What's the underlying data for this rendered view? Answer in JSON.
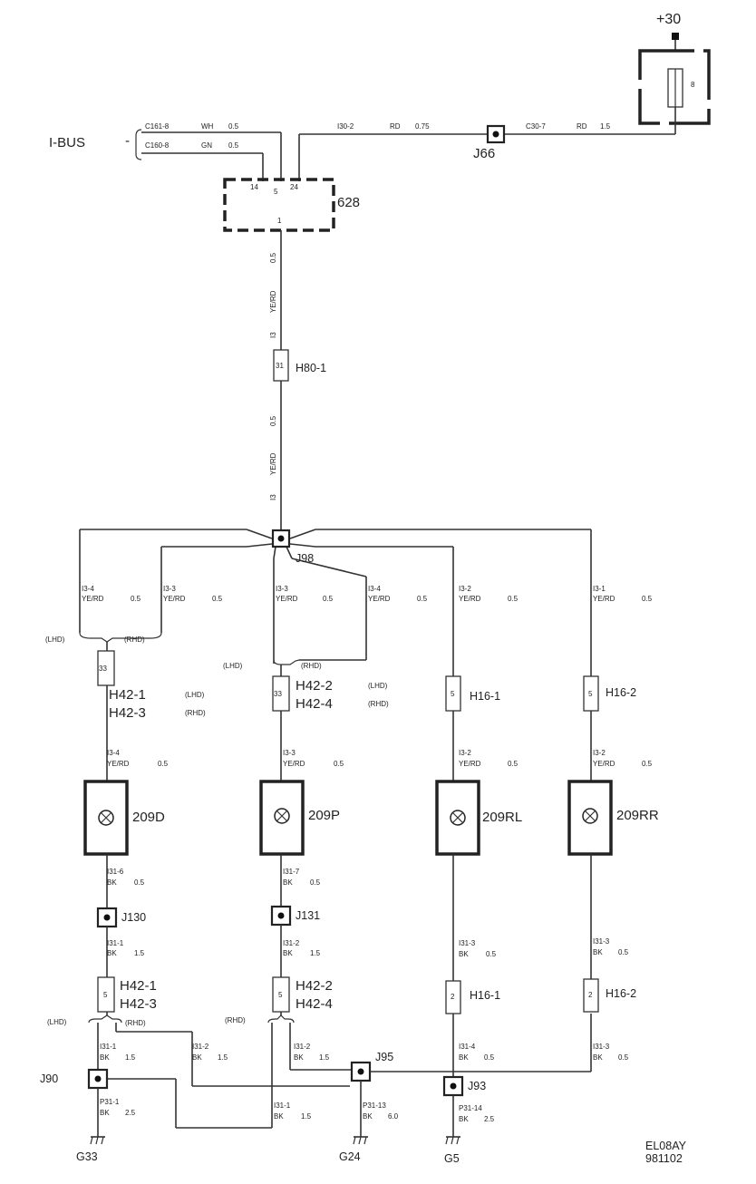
{
  "fuse": {
    "supply_label": "+30",
    "number": "8"
  },
  "ibus": {
    "label": "I-BUS",
    "dash": "-",
    "line1": {
      "circuit": "C161-8",
      "color": "WH",
      "size": "0.5"
    },
    "line2": {
      "circuit": "C160-8",
      "color": "GN",
      "size": "0.5"
    }
  },
  "top_wire_left": {
    "circuit": "I30-2",
    "color": "RD",
    "size": "0.75"
  },
  "top_wire_right": {
    "circuit": "C30-7",
    "color": "RD",
    "size": "1.5"
  },
  "junctions": {
    "j66": "J66",
    "j98": "J98",
    "j130": "J130",
    "j131": "J131",
    "j90": "J90",
    "j95": "J95",
    "j93": "J93"
  },
  "module": {
    "id": "628",
    "pin14": "14",
    "pin5": "5",
    "pin24": "24",
    "pin1": "1"
  },
  "vertical_wire": {
    "circuit": "I3",
    "color": "YE/RD",
    "size": "0.5"
  },
  "connectors": {
    "h80_1": {
      "label": "H80-1",
      "pin": "31"
    },
    "h42_left": {
      "label1": "H42-1",
      "label2": "H42-3",
      "note1": "(LHD)",
      "note2": "(RHD)",
      "pin": "33"
    },
    "h42_mid": {
      "label1": "H42-2",
      "label2": "H42-4",
      "note1": "(LHD)",
      "note2": "(RHD)",
      "pin": "33"
    },
    "h16_1": {
      "label": "H16-1",
      "pin": "5"
    },
    "h16_2": {
      "label": "H16-2",
      "pin": "5"
    },
    "h42_left_b": {
      "label1": "H42-1",
      "label2": "H42-3",
      "pin": "5"
    },
    "h42_mid_b": {
      "label1": "H42-2",
      "label2": "H42-4",
      "pin": "5"
    },
    "h16_1_b": {
      "label": "H16-1",
      "pin": "2"
    },
    "h16_2_b": {
      "label": "H16-2",
      "pin": "2"
    }
  },
  "notes": {
    "lhd": "(LHD)",
    "rhd": "(RHD)"
  },
  "upper_wires": {
    "a": {
      "circuit": "I3-4",
      "color": "YE/RD",
      "size": "0.5"
    },
    "b": {
      "circuit": "I3-3",
      "color": "YE/RD",
      "size": "0.5"
    },
    "c": {
      "circuit": "I3-3",
      "color": "YE/RD",
      "size": "0.5"
    },
    "d": {
      "circuit": "I3-4",
      "color": "YE/RD",
      "size": "0.5"
    },
    "e": {
      "circuit": "I3-2",
      "color": "YE/RD",
      "size": "0.5"
    },
    "f": {
      "circuit": "I3-1",
      "color": "YE/RD",
      "size": "0.5"
    }
  },
  "lamp_feed": {
    "c1": {
      "circuit": "I3-4",
      "color": "YE/RD",
      "size": "0.5"
    },
    "c2": {
      "circuit": "I3-3",
      "color": "YE/RD",
      "size": "0.5"
    },
    "c3": {
      "circuit": "I3-2",
      "color": "YE/RD",
      "size": "0.5"
    },
    "c4": {
      "circuit": "I3-2",
      "color": "YE/RD",
      "size": "0.5"
    }
  },
  "lamps": {
    "l1": "209D",
    "l2": "209P",
    "l3": "209RL",
    "l4": "209RR"
  },
  "lamp_ground": {
    "c1": {
      "circuit": "I31-6",
      "color": "BK",
      "size": "0.5"
    },
    "c2": {
      "circuit": "I31-7",
      "color": "BK",
      "size": "0.5"
    }
  },
  "lower_wires": {
    "c1": {
      "circuit": "I31-1",
      "color": "BK",
      "size": "1.5"
    },
    "c2": {
      "circuit": "I31-2",
      "color": "BK",
      "size": "1.5"
    },
    "c3": {
      "circuit": "I31-3",
      "color": "BK",
      "size": "0.5"
    },
    "c4": {
      "circuit": "I31-3",
      "color": "BK",
      "size": "0.5"
    }
  },
  "bottom_wires": {
    "a": {
      "circuit": "I31-1",
      "color": "BK",
      "size": "1.5"
    },
    "b": {
      "circuit": "I31-2",
      "color": "BK",
      "size": "1.5"
    },
    "c": {
      "circuit": "I31-2",
      "color": "BK",
      "size": "1.5"
    },
    "d": {
      "circuit": "I31-4",
      "color": "BK",
      "size": "0.5"
    },
    "e": {
      "circuit": "I31-3",
      "color": "BK",
      "size": "0.5"
    },
    "f": {
      "circuit": "I31-1",
      "color": "BK",
      "size": "1.5"
    }
  },
  "ground_wires": {
    "g33": {
      "circuit": "P31-1",
      "color": "BK",
      "size": "2.5"
    },
    "g24": {
      "circuit": "P31-13",
      "color": "BK",
      "size": "6.0"
    },
    "g5": {
      "circuit": "P31-14",
      "color": "BK",
      "size": "2.5"
    }
  },
  "grounds": {
    "g33": "G33",
    "g24": "G24",
    "g5": "G5"
  },
  "footer": {
    "code": "EL08AY",
    "date": "981102"
  }
}
